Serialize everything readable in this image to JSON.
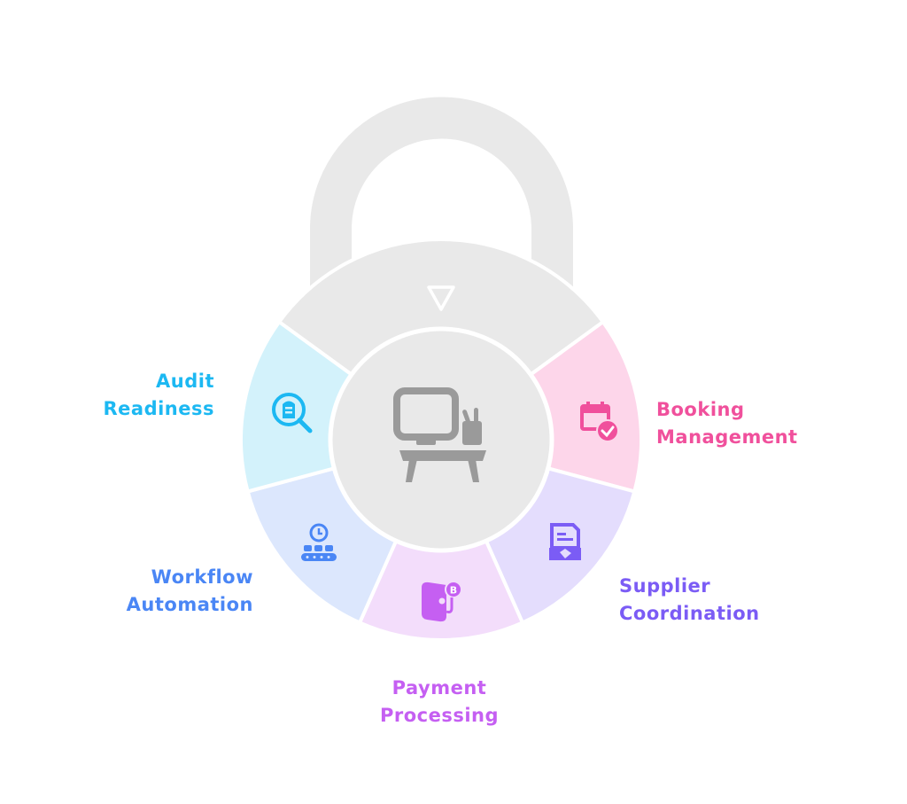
{
  "segments": [
    {
      "id": "booking",
      "lines": [
        "Booking",
        "Management"
      ],
      "color": "#f0509c",
      "fill": "#fdd6ea",
      "icon": "calendar-check-icon"
    },
    {
      "id": "supplier",
      "lines": [
        "Supplier",
        "Coordination"
      ],
      "color": "#7b5cf5",
      "fill": "#e4ddfd",
      "icon": "contract-handshake-icon"
    },
    {
      "id": "payment",
      "lines": [
        "Payment",
        "Processing"
      ],
      "color": "#c55ff2",
      "fill": "#f3ddfb",
      "icon": "bitcoin-wallet-icon"
    },
    {
      "id": "workflow",
      "lines": [
        "Workflow",
        "Automation"
      ],
      "color": "#4a86f5",
      "fill": "#dce7fd",
      "icon": "conveyor-clock-icon"
    },
    {
      "id": "audit",
      "lines": [
        "Audit",
        "Readiness"
      ],
      "color": "#1cb8f2",
      "fill": "#d3f2fb",
      "icon": "search-document-icon"
    }
  ],
  "lock": {
    "body_color": "#e9e9e9",
    "icon_color": "#9a9a9a",
    "center_icon": "desk-computer-icon",
    "pointer_icon": "triangle-down-icon"
  }
}
